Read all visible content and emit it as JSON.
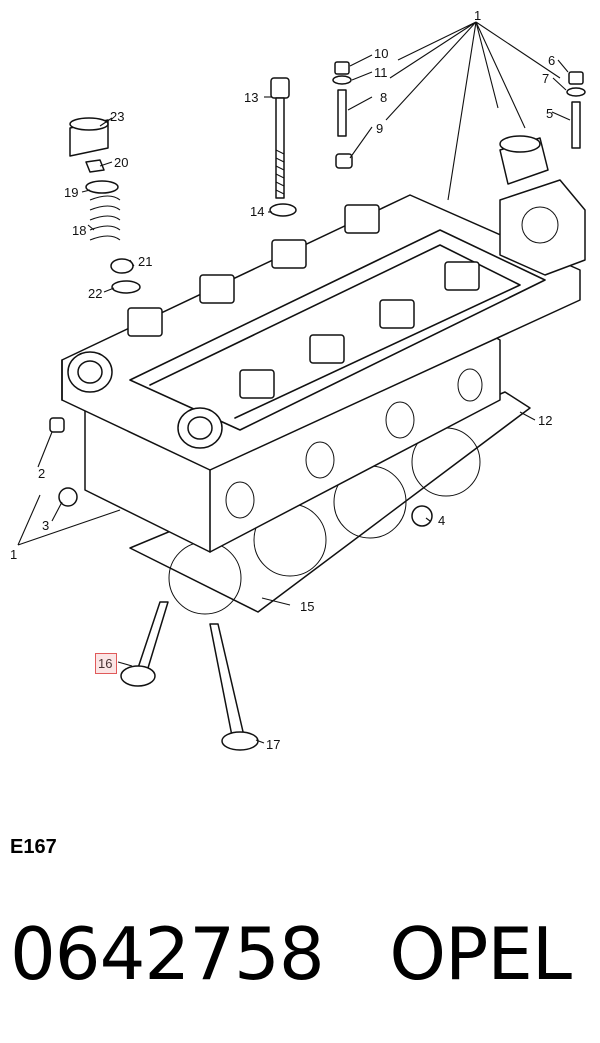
{
  "callouts": [
    {
      "id": "c1-top",
      "label": "1"
    },
    {
      "id": "c1-bottom",
      "label": "1"
    },
    {
      "id": "c2",
      "label": "2"
    },
    {
      "id": "c3",
      "label": "3"
    },
    {
      "id": "c4",
      "label": "4"
    },
    {
      "id": "c5",
      "label": "5"
    },
    {
      "id": "c6",
      "label": "6"
    },
    {
      "id": "c7",
      "label": "7"
    },
    {
      "id": "c8",
      "label": "8"
    },
    {
      "id": "c9",
      "label": "9"
    },
    {
      "id": "c10",
      "label": "10"
    },
    {
      "id": "c11",
      "label": "11"
    },
    {
      "id": "c12",
      "label": "12"
    },
    {
      "id": "c13",
      "label": "13"
    },
    {
      "id": "c14",
      "label": "14"
    },
    {
      "id": "c15",
      "label": "15"
    },
    {
      "id": "c16",
      "label": "16"
    },
    {
      "id": "c17",
      "label": "17"
    },
    {
      "id": "c18",
      "label": "18"
    },
    {
      "id": "c19",
      "label": "19"
    },
    {
      "id": "c20",
      "label": "20"
    },
    {
      "id": "c21",
      "label": "21"
    },
    {
      "id": "c22",
      "label": "22"
    },
    {
      "id": "c23",
      "label": "23"
    }
  ],
  "highlighted_callout": "16",
  "highlight_color": "#e05a5a",
  "diagram_code": "E167",
  "part_number": "0642758",
  "brand": "OPEL"
}
